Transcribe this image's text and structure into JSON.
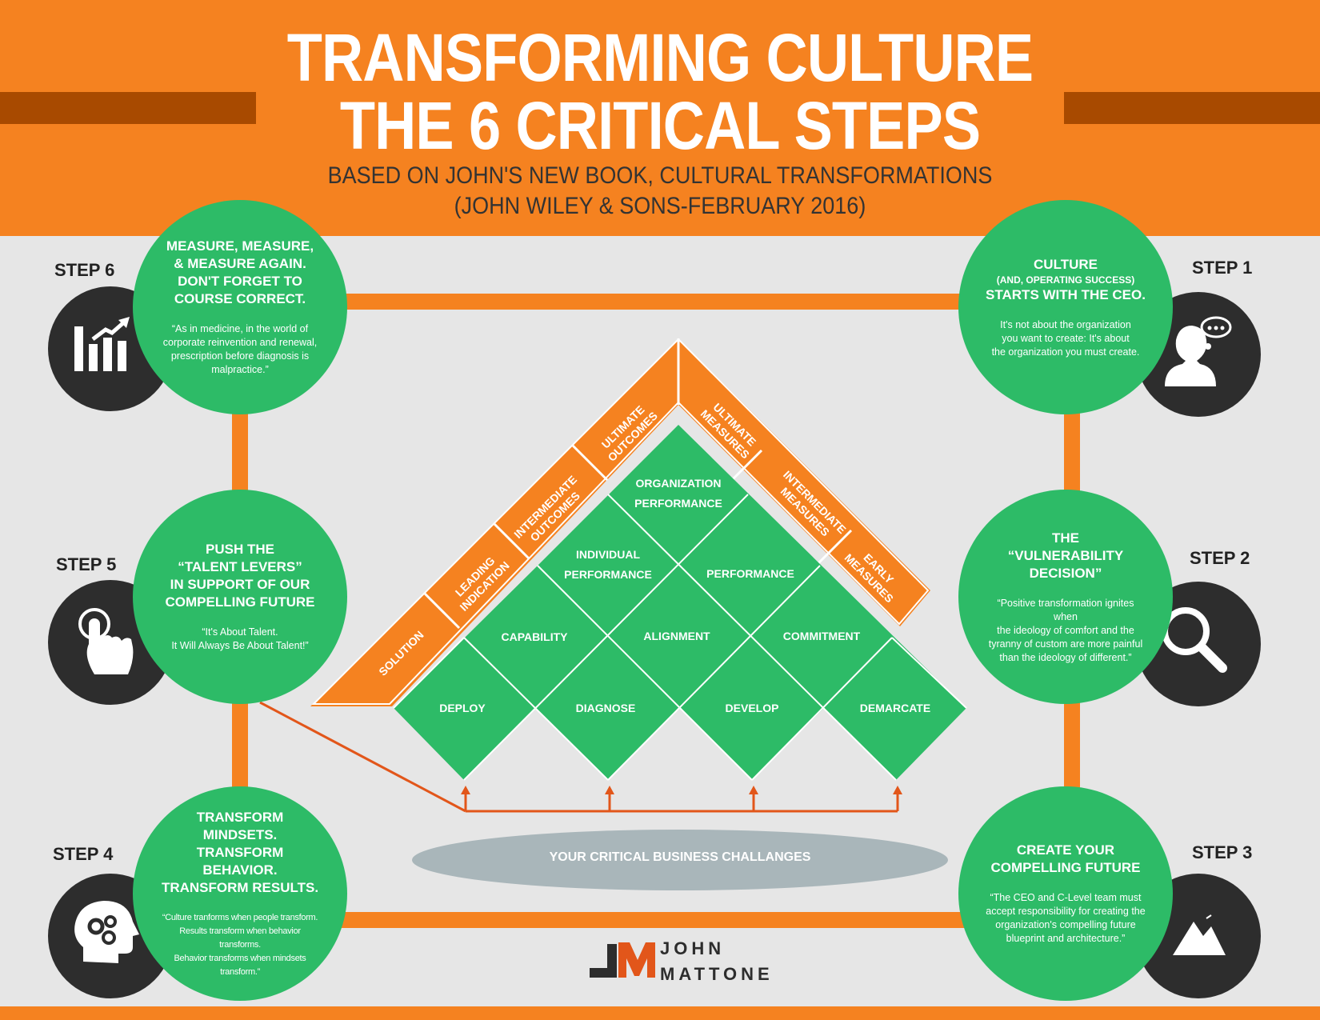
{
  "header": {
    "title_line1": "TRANSFORMING CULTURE",
    "title_line2": "THE 6 CRITICAL STEPS",
    "subtitle_line1": "BASED ON JOHN'S NEW BOOK, CULTURAL TRANSFORMATIONS",
    "subtitle_line2": "(JOHN WILEY & SONS-FEBRUARY 2016)"
  },
  "steps": [
    {
      "label": "STEP 1",
      "heading": "CULTURE",
      "subheading": "(AND, OPERATING SUCCESS)",
      "heading2": "STARTS WITH THE CEO.",
      "quote": "It's not about the organization\nyou  want to create: It's about\nthe organization you must create.",
      "icon": "thinking-person-icon"
    },
    {
      "label": "STEP 2",
      "heading": "THE\n“VULNERABILITY DECISION”",
      "quote": "“Positive transformation ignites when\nthe ideology of comfort and the\ntyranny of custom are more painful\nthan the ideology of different.”",
      "icon": "magnifier-icon"
    },
    {
      "label": "STEP 3",
      "heading": "CREATE YOUR\nCOMPELLING FUTURE",
      "quote": "“The CEO and C-Level team must\naccept responsibility for creating the\norganization's compelling future\nblueprint and architecture.”",
      "icon": "mountain-icon"
    },
    {
      "label": "STEP 4",
      "heading": "TRANSFORM MINDSETS.\nTRANSFORM BEHAVIOR.\nTRANSFORM RESULTS.",
      "quote": "“Culture tranforms when people transform.\nResults transform when behavior transforms.\nBehavior transforms when mindsets transform.”",
      "icon": "head-gears-icon"
    },
    {
      "label": "STEP 5",
      "heading": "PUSH THE\n“TALENT LEVERS”\nIN SUPPORT OF OUR\nCOMPELLING FUTURE",
      "quote": "“It's About Talent.\nIt Will Always Be About Talent!”",
      "icon": "pointing-hand-icon"
    },
    {
      "label": "STEP 6",
      "heading": "MEASURE, MEASURE,\n& MEASURE AGAIN.\nDON'T FORGET TO\nCOURSE CORRECT.",
      "quote": "“As in medicine, in the world of\ncorporate reinvention and renewal,\nprescription before diagnosis is\nmalpractice.”",
      "icon": "bar-chart-icon"
    }
  ],
  "pyramid": {
    "left_band": [
      "SOLUTION",
      "LEADING\nINDICATION",
      "INTERMEDIATE\nOUTCOMES",
      "ULTIMATE\nOUTCOMES"
    ],
    "right_band": [
      "ULTIMATE\nMEASURES",
      "INTERMEDIATE\nMEASURES",
      "EARLY\nMEASURES"
    ],
    "top": [
      "ORGANIZATION",
      "PERFORMANCE"
    ],
    "row2": [
      [
        "INDIVIDUAL",
        "PERFORMANCE"
      ],
      [
        "PERFORMANCE"
      ]
    ],
    "row3": [
      "CAPABILITY",
      "ALIGNMENT",
      "COMMITMENT"
    ],
    "row4": [
      "DEPLOY",
      "DIAGNOSE",
      "DEVELOP",
      "DEMARCATE"
    ]
  },
  "challenges_label": "YOUR CRITICAL BUSINESS CHALLANGES",
  "logo": {
    "line1": "JOHN",
    "line2": "MATTONE"
  },
  "colors": {
    "orange": "#f58220",
    "dark_orange": "#a84a00",
    "green": "#2dbb67",
    "dark": "#2d2d2d",
    "ellipse": "#a9b6ba",
    "background": "#e6e6e6"
  }
}
